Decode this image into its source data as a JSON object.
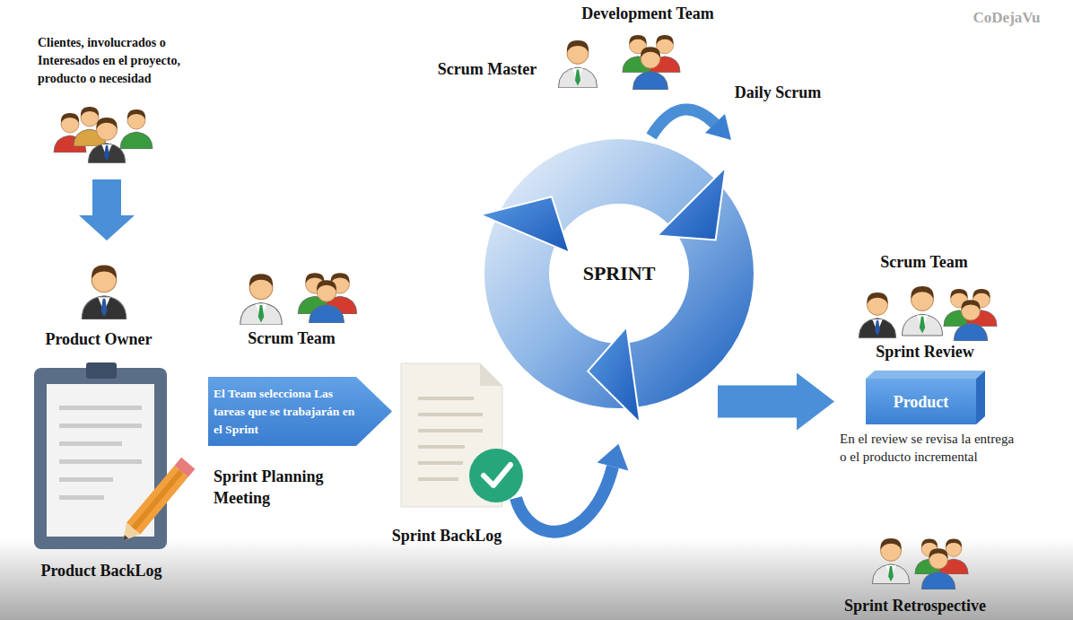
{
  "diagram": {
    "nodes": [
      {
        "text": [
          "Clientes, involucrados o Interesados en el proyecto, producto o necesidad"
        ]
      },
      {
        "text": [
          "Product Owner"
        ]
      },
      {
        "text": [
          "Product BackLog"
        ]
      },
      {
        "text": [
          "El Team selecciona Las tareas que se trabajarán en el Sprint"
        ]
      },
      {
        "text": [
          "Sprint BackLog"
        ]
      },
      {
        "text": [
          "SPRINT"
        ]
      },
      {
        "text": [
          "Product"
        ]
      }
    ],
    "edges": [
      {
        "from": 0,
        "to": 1,
        "arrow": "to"
      },
      {
        "from": 4,
        "to": 5,
        "arrow": "to"
      },
      {
        "from": 5,
        "to": 6,
        "arrow": "to"
      }
    ],
    "labels": [
      "Scrum Master",
      "Development Team",
      "Daily Scrum",
      "Scrum Team",
      "Sprint Planning Meeting",
      "Scrum Team",
      "Sprint Review",
      "En el review se revisa la entrega o el producto incremental",
      "Sprint Retrospective",
      "CoDejaVu"
    ]
  }
}
